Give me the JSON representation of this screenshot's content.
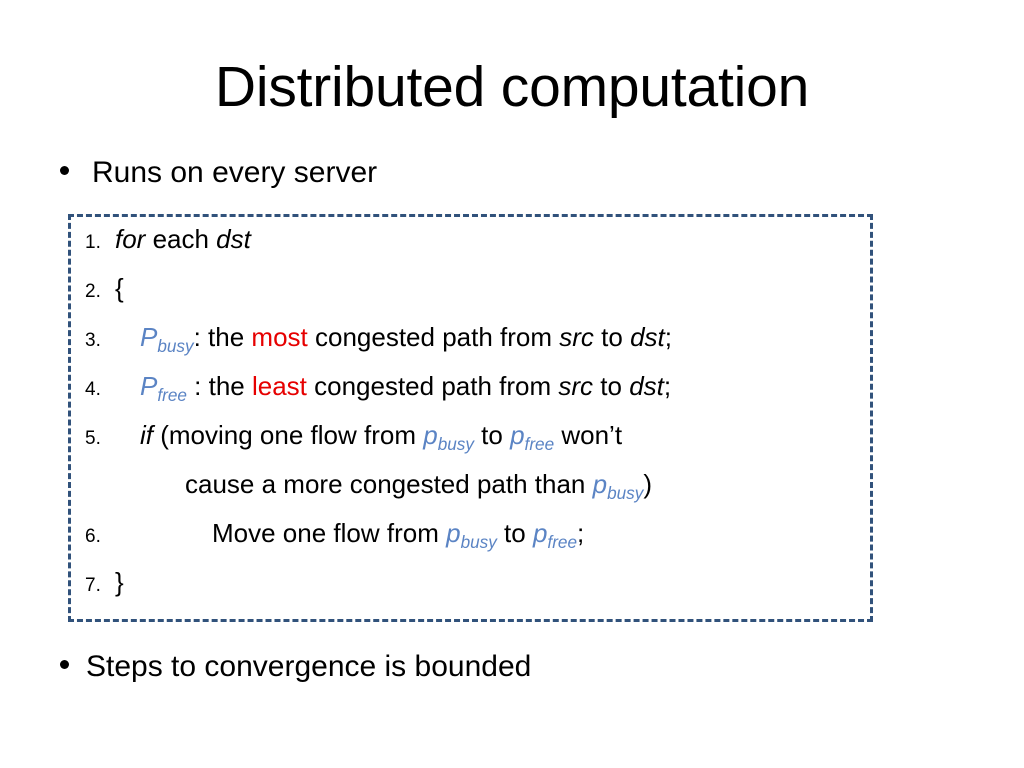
{
  "slide": {
    "title": "Distributed computation",
    "background_color": "#ffffff",
    "bullets": {
      "top": "Runs on every server",
      "bottom": "Steps to convergence is bounded"
    },
    "code_box": {
      "border_color": "#31527B",
      "border_style": "dashed",
      "accent_blue": "#5B84C4",
      "accent_red": "#E60000",
      "lines": [
        {
          "number": "1.",
          "indent": 0,
          "plain_text": "for each dst",
          "segments": [
            {
              "text": "for",
              "style": "italic"
            },
            {
              "text": " each ",
              "style": "plain"
            },
            {
              "text": "dst",
              "style": "italic"
            }
          ]
        },
        {
          "number": "2.",
          "indent": 0,
          "plain_text": "{",
          "segments": [
            {
              "text": "{",
              "style": "plain"
            }
          ]
        },
        {
          "number": "3.",
          "indent": 1,
          "plain_text": "Pbusy:  the most congested path from src to dst;",
          "segments": [
            {
              "text": "P",
              "sub": "busy",
              "style": "blue-italic"
            },
            {
              "text": ":  the ",
              "style": "plain"
            },
            {
              "text": "most",
              "style": "red"
            },
            {
              "text": " congested path from ",
              "style": "plain"
            },
            {
              "text": "src",
              "style": "italic"
            },
            {
              "text": " to ",
              "style": "plain"
            },
            {
              "text": "dst",
              "style": "italic"
            },
            {
              "text": ";",
              "style": "plain"
            }
          ]
        },
        {
          "number": "4.",
          "indent": 1,
          "plain_text": "Pfree :  the least congested path from src to dst;",
          "segments": [
            {
              "text": "P",
              "sub": "free",
              "style": "blue-italic"
            },
            {
              "text": " :  the ",
              "style": "plain"
            },
            {
              "text": "least",
              "style": "red"
            },
            {
              "text": " congested path from ",
              "style": "plain"
            },
            {
              "text": "src",
              "style": "italic"
            },
            {
              "text": " to ",
              "style": "plain"
            },
            {
              "text": "dst",
              "style": "italic"
            },
            {
              "text": ";",
              "style": "plain"
            }
          ]
        },
        {
          "number": "5.",
          "indent": 1,
          "plain_text": "if (moving one flow from pbusy to pfree won't",
          "segments": [
            {
              "text": "if",
              "style": "italic"
            },
            {
              "text": " (moving one flow from ",
              "style": "plain"
            },
            {
              "text": "p",
              "sub": "busy",
              "style": "blue-italic"
            },
            {
              "text": " to ",
              "style": "plain"
            },
            {
              "text": "p",
              "sub": "free",
              "style": "blue-italic"
            },
            {
              "text": " won’t",
              "style": "plain"
            }
          ]
        },
        {
          "number": "",
          "indent": 2,
          "plain_text": "cause a more congested path than pbusy)",
          "segments": [
            {
              "text": "cause a more congested path than ",
              "style": "plain"
            },
            {
              "text": "p",
              "sub": "busy",
              "style": "blue-italic"
            },
            {
              "text": ")",
              "style": "plain"
            }
          ]
        },
        {
          "number": "6.",
          "indent": 3,
          "plain_text": "Move one flow from pbusy to pfree;",
          "segments": [
            {
              "text": "Move one flow from ",
              "style": "plain"
            },
            {
              "text": "p",
              "sub": "busy",
              "style": "blue-italic"
            },
            {
              "text": " to ",
              "style": "plain"
            },
            {
              "text": "p",
              "sub": "free",
              "style": "blue-italic"
            },
            {
              "text": ";",
              "style": "plain"
            }
          ]
        },
        {
          "number": "7.",
          "indent": 0,
          "plain_text": "}",
          "segments": [
            {
              "text": "}",
              "style": "plain"
            }
          ]
        }
      ]
    }
  }
}
